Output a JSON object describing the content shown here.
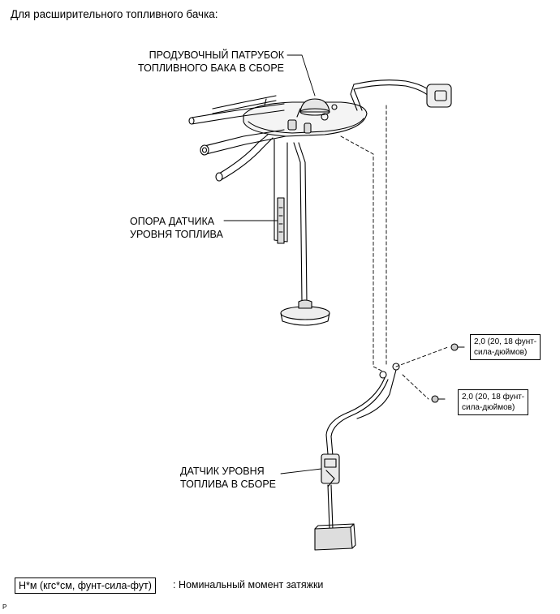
{
  "header": {
    "text": "Для расширительного топливного бачка:"
  },
  "labels": {
    "purge_assembly_line1": "ПРОДУВОЧНЫЙ ПАТРУБОК",
    "purge_assembly_line2": "ТОПЛИВНОГО БАКА В СБОРЕ",
    "gauge_stay_line1": "ОПОРА ДАТЧИКА",
    "gauge_stay_line2": "УРОВНЯ ТОПЛИВА",
    "sender_line1": "ДАТЧИК УРОВНЯ",
    "sender_line2": "ТОПЛИВА В СБОРЕ"
  },
  "torque": [
    {
      "line1": "2,0 (20, 18 фунт-",
      "line2": "сила-дюймов)"
    },
    {
      "line1": "2,0 (20, 18 фунт-",
      "line2": "сила-дюймов)"
    }
  ],
  "legend": {
    "box_text": "Н*м (кгс*см, фунт-сила-фут)",
    "description": ": Номинальный момент затяжки"
  },
  "figure_code": "P"
}
